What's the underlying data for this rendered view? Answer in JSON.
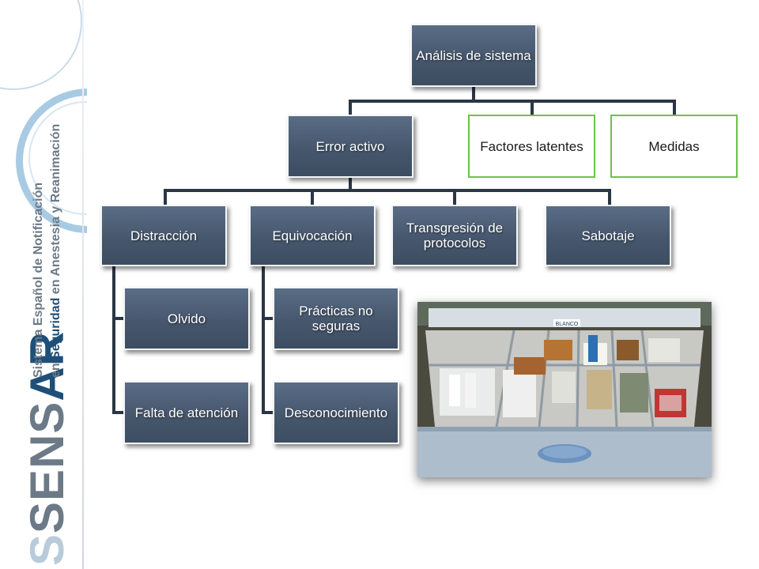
{
  "logo": {
    "wordmark_s": "S",
    "wordmark_sens": "SENS",
    "wordmark_ar": "AR",
    "line1": "Sistema Español de Notificación",
    "line2_prefix": "en",
    "line2_highlight": "Seguridad",
    "line2_rest": "en Anestesia y Reanimación"
  },
  "diagram": {
    "root": "Análisis de sistema",
    "level1": [
      "Error activo",
      "Factores latentes",
      "Medidas"
    ],
    "error_activo_children": [
      "Distracción",
      "Equivocación",
      "Transgresión de protocolos",
      "Sabotaje"
    ],
    "distraccion_children": [
      "Olvido",
      "Falta de atención"
    ],
    "equivocacion_children": [
      "Prácticas no seguras",
      "Desconocimiento"
    ]
  },
  "colors": {
    "node_fill": "#4a5b71",
    "outline_green": "#6cc24a",
    "connector": "#2b3645",
    "brand_dark": "#1e4f78"
  },
  "photo": {
    "label_tag": "BLANCO"
  }
}
